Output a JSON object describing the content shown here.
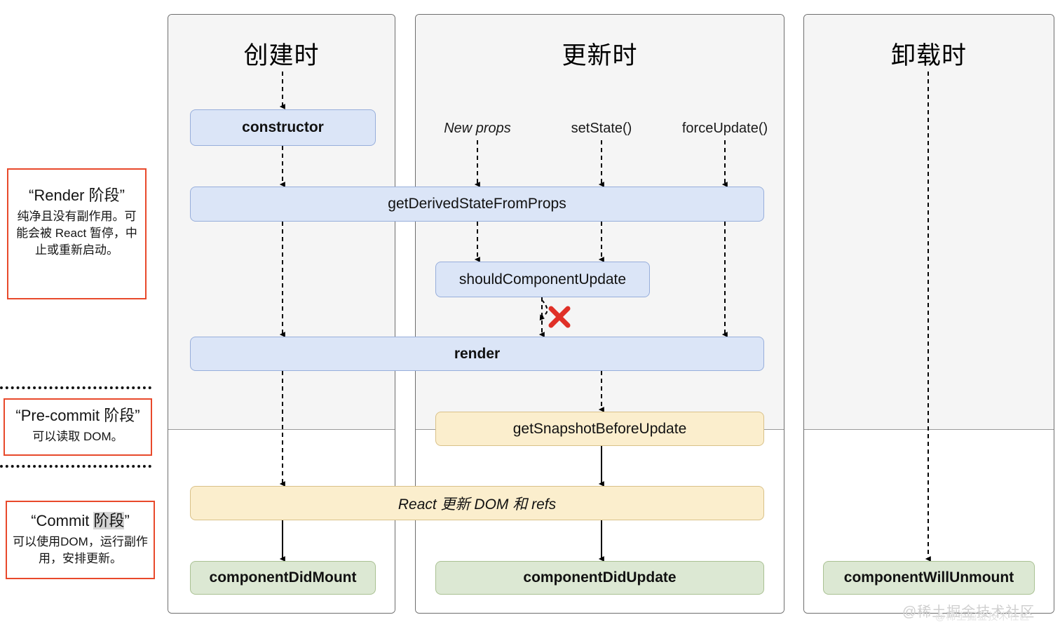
{
  "diagram": {
    "title_columns": [
      {
        "id": "mounting",
        "label": "创建时"
      },
      {
        "id": "updating",
        "label": "更新时"
      },
      {
        "id": "unmounting",
        "label": "卸载时"
      }
    ],
    "phases": [
      {
        "id": "render-phase",
        "title": "“Render 阶段”",
        "title_plain": "“Render 阶段”",
        "body": "纯净且没有副作用。可能会被 React 暂停，中止或重新启动。"
      },
      {
        "id": "pre-commit-phase",
        "title": "“Pre-commit 阶段”",
        "body": "可以读取 DOM。"
      },
      {
        "id": "commit-phase",
        "title_prefix": "“Commit ",
        "title_highlight": "阶段",
        "title_suffix": "”",
        "body": "可以使用DOM，运行副作用，安排更新。"
      }
    ],
    "triggers": [
      {
        "id": "new-props",
        "label": "New props",
        "italic": true
      },
      {
        "id": "set-state",
        "label": "setState()",
        "italic": false
      },
      {
        "id": "force-update",
        "label": "forceUpdate()",
        "italic": false
      }
    ],
    "boxes": [
      {
        "id": "constructor",
        "label": "constructor",
        "color": "blue",
        "bold": true,
        "italic": false
      },
      {
        "id": "get-derived-state",
        "label": "getDerivedStateFromProps",
        "color": "blue",
        "bold": false,
        "italic": false
      },
      {
        "id": "should-component-update",
        "label": "shouldComponentUpdate",
        "color": "blue",
        "bold": false,
        "italic": false
      },
      {
        "id": "render",
        "label": "render",
        "color": "blue",
        "bold": true,
        "italic": false
      },
      {
        "id": "get-snapshot-before-update",
        "label": "getSnapshotBeforeUpdate",
        "color": "yellow",
        "bold": false,
        "italic": false
      },
      {
        "id": "react-updates-dom",
        "label": "React 更新 DOM 和 refs",
        "color": "yellow",
        "bold": false,
        "italic": true
      },
      {
        "id": "component-did-mount",
        "label": "componentDidMount",
        "color": "green",
        "bold": true,
        "italic": false
      },
      {
        "id": "component-did-update",
        "label": "componentDidUpdate",
        "color": "green",
        "bold": true,
        "italic": false
      },
      {
        "id": "component-will-unmount",
        "label": "componentWillUnmount",
        "color": "green",
        "bold": true,
        "italic": false
      }
    ],
    "annotations": {
      "skip_update_mark": "✕"
    },
    "watermark": "@稀土掘金技术社区",
    "watermark_faint": "@稀土掘金技术社区",
    "colors": {
      "blue_fill": "#dbe5f7",
      "blue_border": "#97aedb",
      "yellow_fill": "#fbeecd",
      "yellow_border": "#d9c188",
      "green_fill": "#dce8d3",
      "green_border": "#a9c192",
      "callout_border": "#e8492b",
      "x_mark": "#e03027",
      "panel_top_fill": "#f5f5f5",
      "panel_border": "#6e6e6e"
    }
  }
}
